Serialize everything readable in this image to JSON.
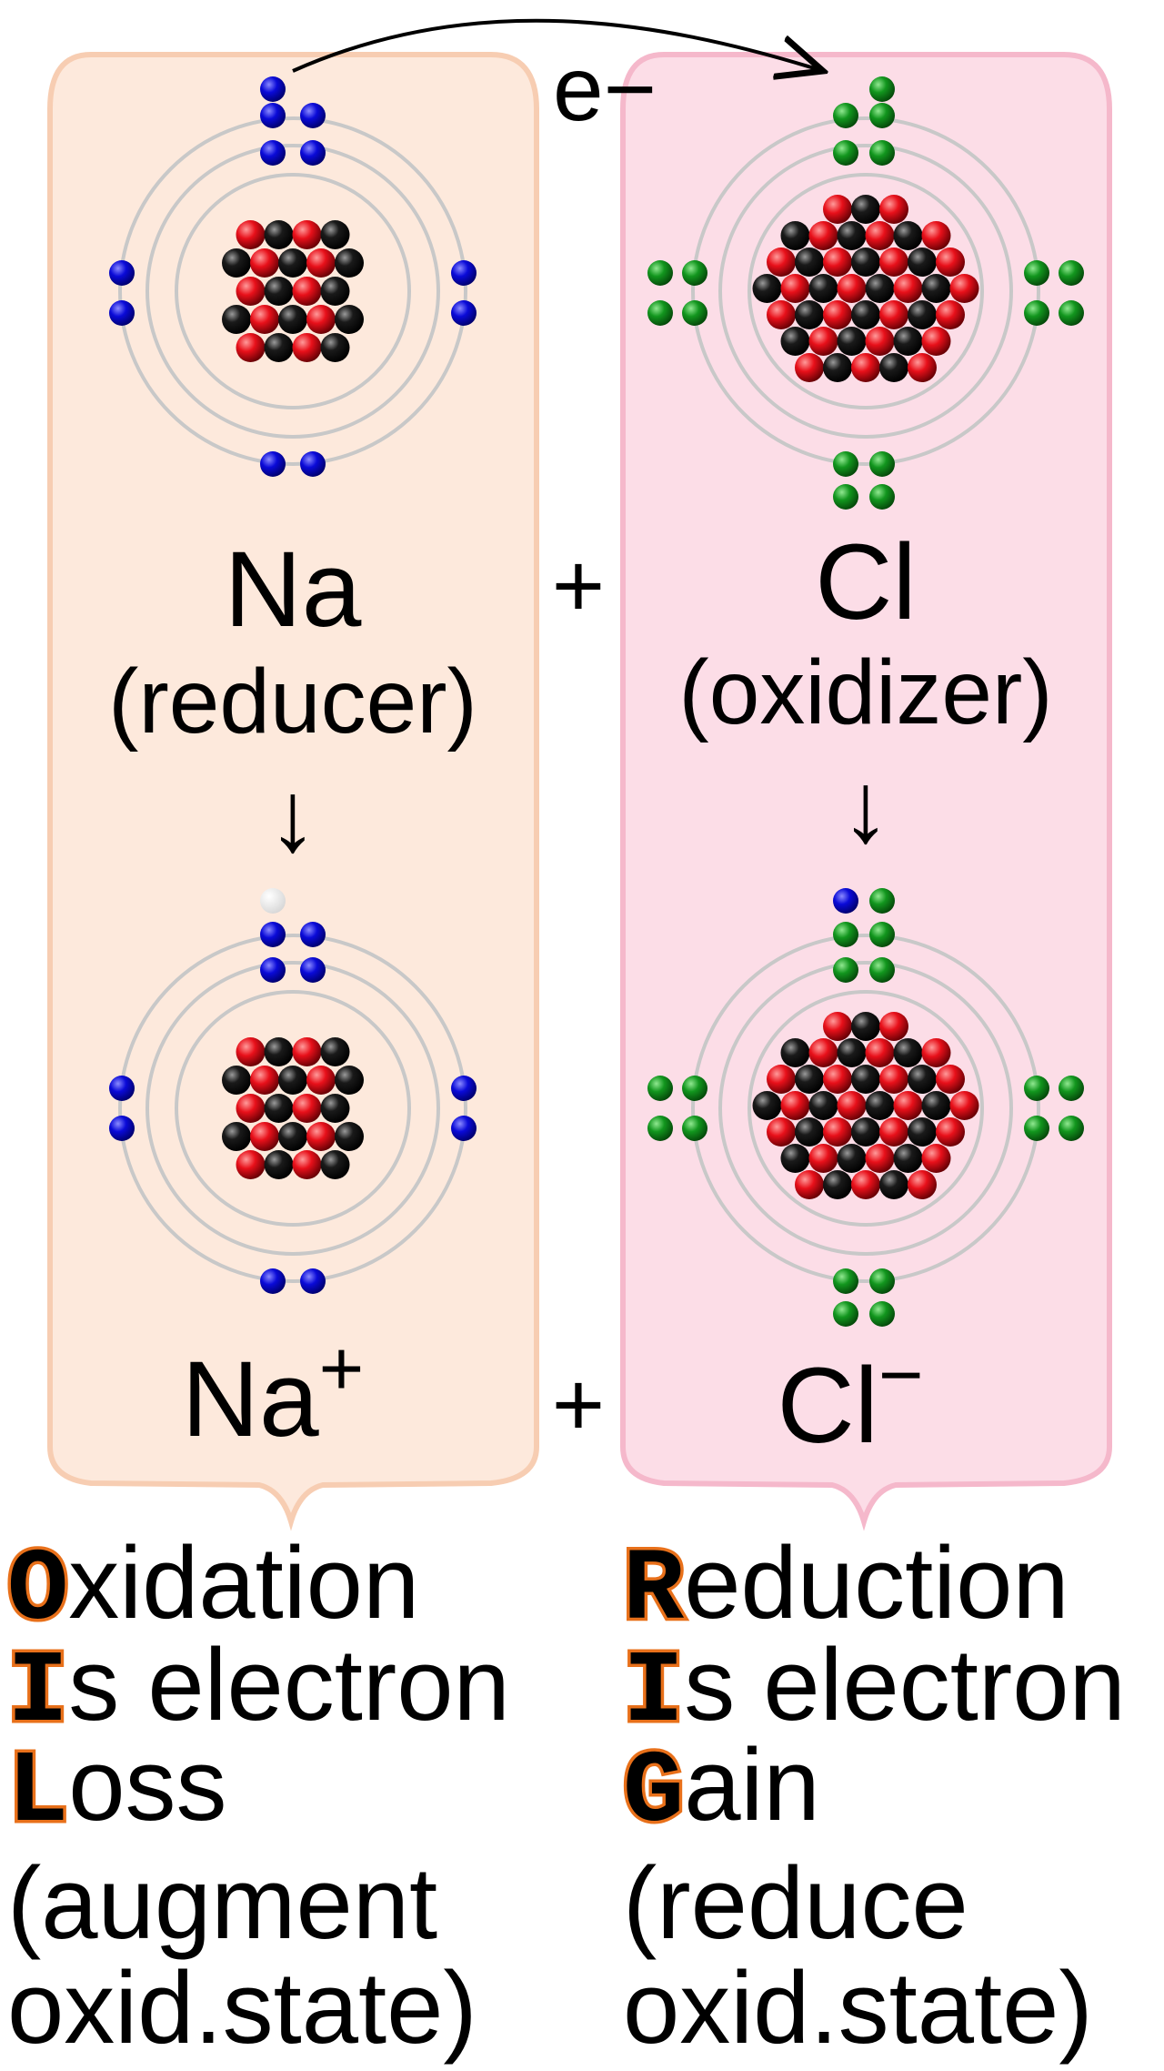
{
  "electron_label": "e−",
  "na": {
    "symbol": "Na",
    "role": "(reducer)",
    "ion_symbol": "Na",
    "ion_charge": "+",
    "shell_electrons_atom": [
      2,
      8,
      1
    ],
    "shell_electrons_ion": [
      2,
      8,
      0
    ]
  },
  "cl": {
    "symbol": "Cl",
    "role": "(oxidizer)",
    "ion_symbol": "Cl",
    "ion_charge": "−",
    "shell_electrons_atom": [
      2,
      8,
      7
    ],
    "shell_electrons_ion": [
      2,
      8,
      8
    ]
  },
  "plus_sign": "+",
  "down_arrow": "↓",
  "mnemonic_left": {
    "line1_initial": "O",
    "line1_rest": "xidation",
    "line2_initial": "I",
    "line2_rest": "s electron",
    "line3_initial": "L",
    "line3_rest": "oss",
    "note_line1": "(augment",
    "note_line2": "oxid.state)"
  },
  "mnemonic_right": {
    "line1_initial": "R",
    "line1_rest": "eduction",
    "line2_initial": "I",
    "line2_rest": "s electron",
    "line3_initial": "G",
    "line3_rest": "ain",
    "note_line1": "(reduce",
    "note_line2": "oxid.state)"
  },
  "colors": {
    "oxidation_panel": "#fde9dc",
    "reduction_panel": "#fcdde7",
    "shell_ring": "#c8c8c8",
    "na_electron": "#0a0ad8",
    "cl_electron": "#12961e",
    "proton": "#e8101a",
    "neutron": "#111111",
    "mnemonic_initial_outline": "#e8701a"
  }
}
